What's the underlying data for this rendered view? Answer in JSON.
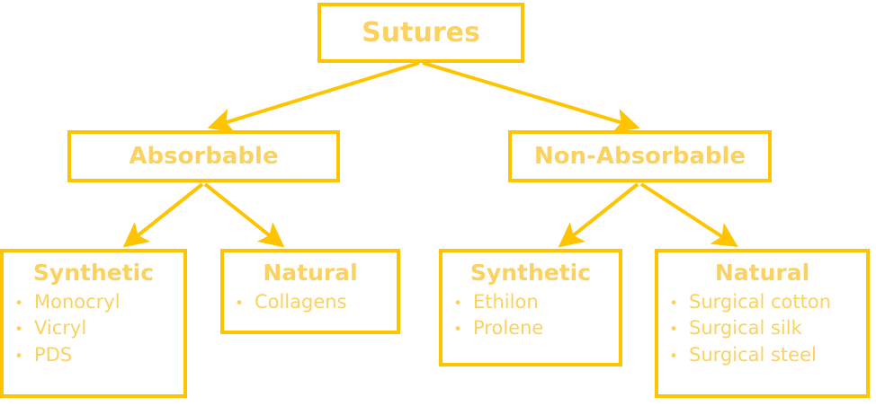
{
  "colors": {
    "border": "#ffc400",
    "text": "#fbd25f",
    "arrow": "#ffc400",
    "background": "#ffffff"
  },
  "diagram": {
    "type": "hierarchy-tree",
    "root": {
      "label": "Sutures"
    },
    "level2": [
      {
        "label": "Absorbable"
      },
      {
        "label": "Non-Absorbable"
      }
    ],
    "level3": [
      {
        "label": "Synthetic",
        "parent": "Absorbable",
        "items": [
          "Monocryl",
          "Vicryl",
          "PDS"
        ]
      },
      {
        "label": "Natural",
        "parent": "Absorbable",
        "items": [
          "Collagens"
        ]
      },
      {
        "label": "Synthetic",
        "parent": "Non-Absorbable",
        "items": [
          "Ethilon",
          "Prolene"
        ]
      },
      {
        "label": "Natural",
        "parent": "Non-Absorbable",
        "items": [
          "Surgical cotton",
          "Surgical silk",
          "Surgical steel"
        ]
      }
    ],
    "bullet_glyph": "•"
  }
}
